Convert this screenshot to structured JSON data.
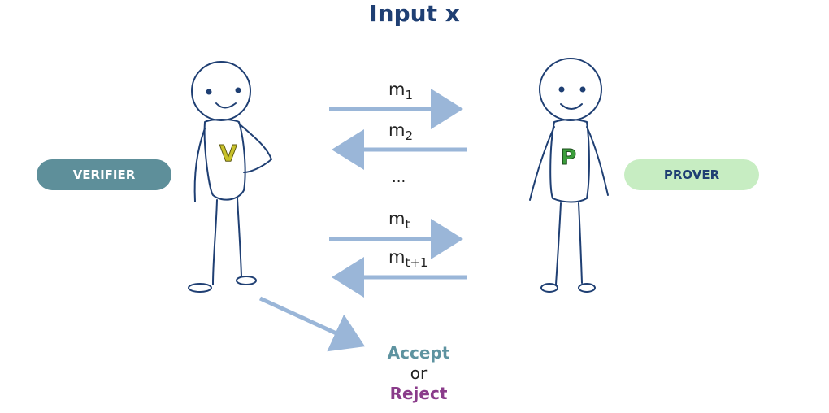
{
  "title": "Input x",
  "roles": {
    "verifier": {
      "label": "VERIFIER",
      "badge": "V",
      "color": "#5e8f9a",
      "badge_color": "#c9c22a"
    },
    "prover": {
      "label": "PROVER",
      "badge": "P",
      "color": "#c7edc2",
      "badge_color": "#3b9e3b"
    }
  },
  "messages": [
    {
      "name": "m",
      "sub": "1",
      "direction": "to-prover"
    },
    {
      "name": "m",
      "sub": "2",
      "direction": "to-verifier"
    },
    {
      "name": "m",
      "sub": "t",
      "direction": "to-prover"
    },
    {
      "name": "m",
      "sub": "t+1",
      "direction": "to-verifier"
    }
  ],
  "ellipsis": "...",
  "outcome": {
    "accept": "Accept",
    "or": "or",
    "reject": "Reject"
  },
  "colors": {
    "title": "#1f3f73",
    "arrow": "#9ab6d8",
    "figure_stroke": "#1f3f73",
    "accept": "#5e93a0",
    "reject": "#8a3b8a"
  }
}
